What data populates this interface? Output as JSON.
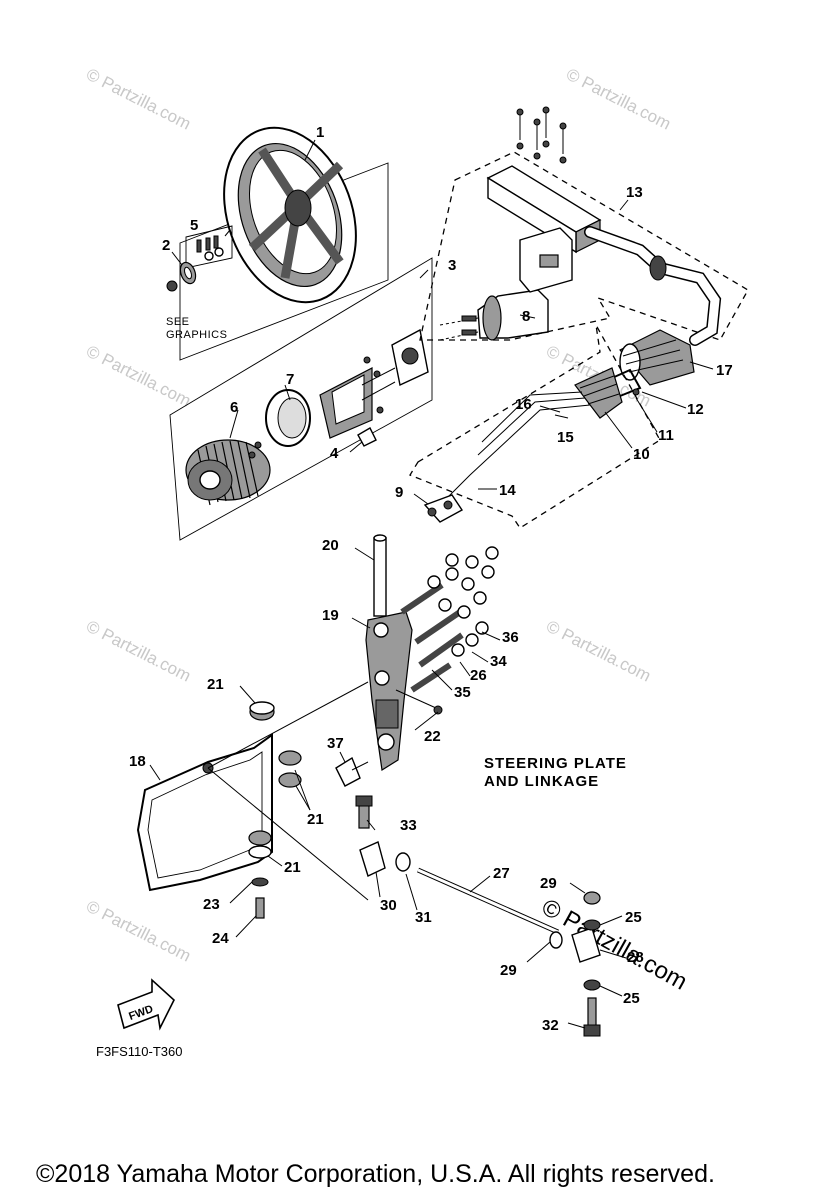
{
  "watermark": "© Partzilla.com",
  "watermark_large": "© Partzilla.com",
  "see_graphics": [
    "SEE",
    "GRAPHICS"
  ],
  "section_title": [
    "STEERING PLATE",
    "AND LINKAGE"
  ],
  "fwd_label": "FWD",
  "diagram_code": "F3FS110-T360",
  "copyright": "©2018  Yamaha Motor Corporation, U.S.A. All rights reserved.",
  "callouts": [
    {
      "id": "c1",
      "text": "1"
    },
    {
      "id": "c2",
      "text": "2"
    },
    {
      "id": "c3",
      "text": "3"
    },
    {
      "id": "c4",
      "text": "4"
    },
    {
      "id": "c5",
      "text": "5"
    },
    {
      "id": "c6",
      "text": "6"
    },
    {
      "id": "c7",
      "text": "7"
    },
    {
      "id": "c8",
      "text": "8"
    },
    {
      "id": "c9",
      "text": "9"
    },
    {
      "id": "c10",
      "text": "10"
    },
    {
      "id": "c11",
      "text": "11"
    },
    {
      "id": "c12",
      "text": "12"
    },
    {
      "id": "c13",
      "text": "13"
    },
    {
      "id": "c14",
      "text": "14"
    },
    {
      "id": "c15",
      "text": "15"
    },
    {
      "id": "c16",
      "text": "16"
    },
    {
      "id": "c17",
      "text": "17"
    },
    {
      "id": "c18",
      "text": "18"
    },
    {
      "id": "c19",
      "text": "19"
    },
    {
      "id": "c20",
      "text": "20"
    },
    {
      "id": "c21a",
      "text": "21"
    },
    {
      "id": "c21b",
      "text": "21"
    },
    {
      "id": "c21c",
      "text": "21"
    },
    {
      "id": "c22",
      "text": "22"
    },
    {
      "id": "c23",
      "text": "23"
    },
    {
      "id": "c24",
      "text": "24"
    },
    {
      "id": "c25a",
      "text": "25"
    },
    {
      "id": "c25b",
      "text": "25"
    },
    {
      "id": "c26",
      "text": "26"
    },
    {
      "id": "c27",
      "text": "27"
    },
    {
      "id": "c28",
      "text": "28"
    },
    {
      "id": "c29a",
      "text": "29"
    },
    {
      "id": "c29b",
      "text": "29"
    },
    {
      "id": "c30",
      "text": "30"
    },
    {
      "id": "c31",
      "text": "31"
    },
    {
      "id": "c32",
      "text": "32"
    },
    {
      "id": "c33",
      "text": "33"
    },
    {
      "id": "c34",
      "text": "34"
    },
    {
      "id": "c35",
      "text": "35"
    },
    {
      "id": "c36",
      "text": "36"
    },
    {
      "id": "c37",
      "text": "37"
    }
  ]
}
